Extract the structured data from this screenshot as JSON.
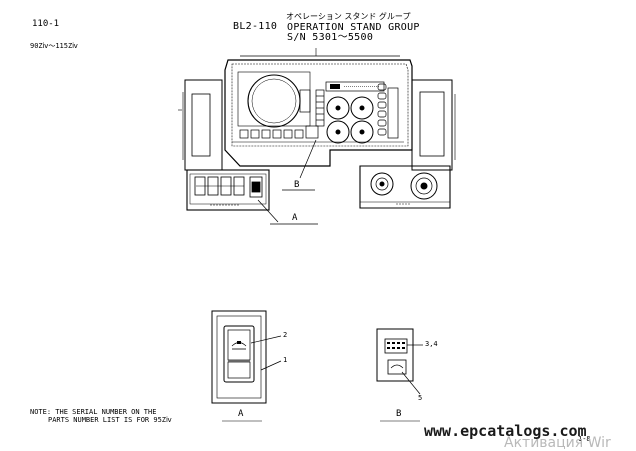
{
  "header": {
    "page_code": "110-1",
    "model_range": "90Zⅳ～115Zⅳ",
    "part_no": "BL2-110",
    "title_jp": "オペレーション スタンド グループ",
    "title_en": "OPERATION STAND GROUP",
    "serial_range": "S/N 5301～5500"
  },
  "callouts": {
    "detail_a_label": "A",
    "detail_b_label": "B",
    "ref_2": "2",
    "ref_1": "1",
    "ref_3_4": "3,4",
    "ref_5": "5"
  },
  "note": {
    "line1": "NOTE: THE SERIAL NUMBER ON THE",
    "line2": "PARTS NUMBER LIST IS FOR 95Zⅳ"
  },
  "footer": {
    "url": "www.epcatalogs.com",
    "page_ref": "1-8",
    "watermark": "Активация Wir"
  }
}
